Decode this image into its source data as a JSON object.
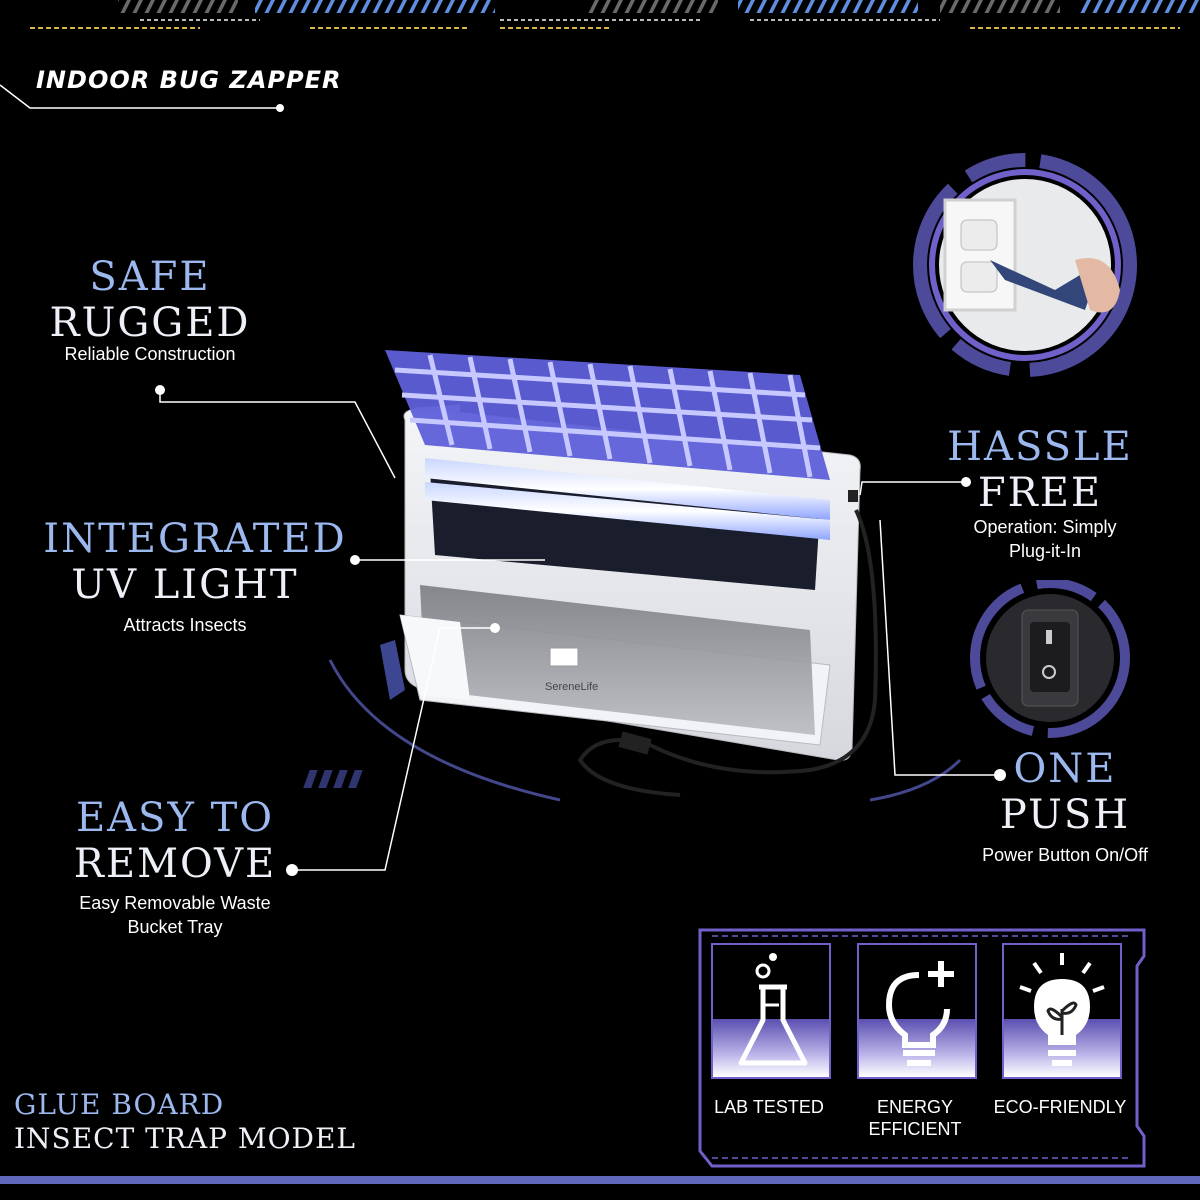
{
  "header": {
    "title": "INDOOR BUG ZAPPER"
  },
  "features": {
    "safe": {
      "line1": "SAFE",
      "line2": "RUGGED",
      "sub": "Reliable Construction"
    },
    "integrated": {
      "line1": "INTEGRATED",
      "line2": "UV LIGHT",
      "sub": "Attracts Insects"
    },
    "easy": {
      "line1": "EASY TO",
      "line2": "REMOVE",
      "sub1": "Easy Removable Waste",
      "sub2": "Bucket Tray"
    },
    "hassle": {
      "line1": "HASSLE",
      "line2": "FREE",
      "sub1": "Operation: Simply",
      "sub2": "Plug-it-In"
    },
    "one_push": {
      "line1": "ONE",
      "line2": "PUSH",
      "sub": "Power Button On/Off"
    }
  },
  "model": {
    "line1": "GLUE BOARD",
    "line2": "INSECT TRAP MODEL"
  },
  "badges": [
    {
      "label": "LAB TESTED",
      "icon": "flask-icon"
    },
    {
      "label1": "ENERGY",
      "label2": "EFFICIENT",
      "icon": "bulb-plus-icon"
    },
    {
      "label": "ECO-FRIENDLY",
      "icon": "eco-bulb-icon"
    }
  ],
  "product": {
    "brand": "SereneLife"
  },
  "colors": {
    "accent_blue": "#9bb8ef",
    "accent_purple": "#6f61c9",
    "background": "#000000"
  }
}
